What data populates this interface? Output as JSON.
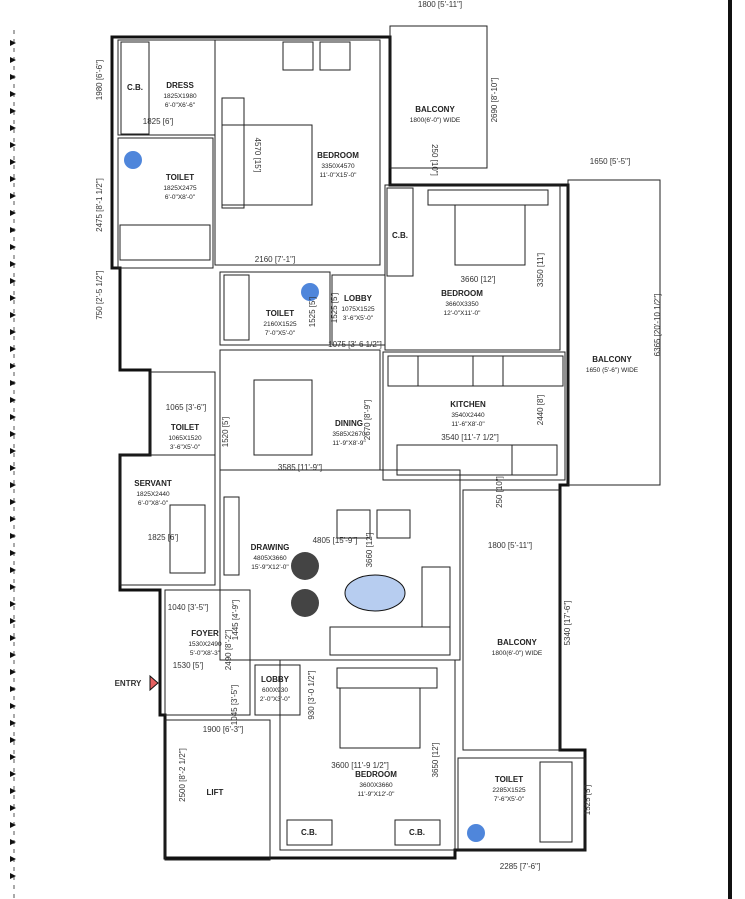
{
  "rooms": [
    {
      "name": "DRESS",
      "metric": "1825X1980",
      "imperial": "6'-0\"X6'-6\""
    },
    {
      "name": "TOILET",
      "metric": "1825X2475",
      "imperial": "6'-0\"X8'-0\""
    },
    {
      "name": "BEDROOM",
      "metric": "3350X4570",
      "imperial": "11'-0\"X15'-0\""
    },
    {
      "name": "BALCONY",
      "metric": "1800(6'-0\") WIDE",
      "imperial": ""
    },
    {
      "name": "BEDROOM",
      "metric": "3660X3350",
      "imperial": "12'-0\"X11'-0\""
    },
    {
      "name": "BALCONY",
      "metric": "1650 (5'-6\") WIDE",
      "imperial": ""
    },
    {
      "name": "TOILET",
      "metric": "2160X1525",
      "imperial": "7'-0\"X5'-0\""
    },
    {
      "name": "LOBBY",
      "metric": "1075X1525",
      "imperial": "3'-6\"X5'-0\""
    },
    {
      "name": "KITCHEN",
      "metric": "3540X2440",
      "imperial": "11'-6\"X8'-0\""
    },
    {
      "name": "DINING",
      "metric": "3585X2670",
      "imperial": "11'-9\"X8'-9\""
    },
    {
      "name": "TOILET",
      "metric": "1065X1520",
      "imperial": "3'-6\"X5'-0\""
    },
    {
      "name": "SERVANT",
      "metric": "1825X2440",
      "imperial": "6'-0\"X8'-0\""
    },
    {
      "name": "DRAWING",
      "metric": "4805X3660",
      "imperial": "15'-9\"X12'-0\""
    },
    {
      "name": "FOYER",
      "metric": "1530X2490",
      "imperial": "5'-0\"X8'-3\""
    },
    {
      "name": "LOBBY",
      "metric": "600X930",
      "imperial": "2'-0\"X3'-0\""
    },
    {
      "name": "BALCONY",
      "metric": "1800(6'-0\") WIDE",
      "imperial": ""
    },
    {
      "name": "LIFT",
      "metric": "",
      "imperial": ""
    },
    {
      "name": "BEDROOM",
      "metric": "3600X3660",
      "imperial": "11'-9\"X12'-0\""
    },
    {
      "name": "TOILET",
      "metric": "2285X1525",
      "imperial": "7'-6\"X5'-0\""
    }
  ],
  "fixtures": {
    "cb": "C.B.",
    "entry": "ENTRY"
  },
  "dimensions": [
    "1800 [5'-11\"]",
    "1980 [6'-6\"]",
    "1825 [6']",
    "4570 [15']",
    "2690 [8'-10\"]",
    "250 [10\"]",
    "2475 [8'-1 1/2\"]",
    "1650 [5'-5\"]",
    "2160 [7'-1\"]",
    "3660 [12']",
    "3350 [11']",
    "750 [2'-5 1/2\"]",
    "1525 [5']",
    "1525 [5']",
    "1075 [3'-6 1/2\"]",
    "6365 [20'-10 1/2\"]",
    "1065 [3'-6\"]",
    "1520 [5']",
    "2670 [8'-9\"]",
    "2440 [8']",
    "3540 [11'-7 1/2\"]",
    "3585 [11'-9\"]",
    "250 [10\"]",
    "1825 [6']",
    "4805 [15'-9\"]",
    "3660 [12']",
    "1800 [5'-11\"]",
    "1040 [3'-5\"]",
    "1445 [4'-9\"]",
    "2490 [8'-2\"]",
    "1530 [5']",
    "5340 [17'-6\"]",
    "930 [3'-0 1/2\"]",
    "1900 [6'-3\"]",
    "2500 [8'-2 1/2\"]",
    "3600 [11'-9 1/2\"]",
    "3650 [12']",
    "1525 [5']",
    "2285 [7'-6\"]",
    "1045 [3'-5\"]"
  ],
  "colors": {
    "bed_pink": "#f2a99a",
    "bed_green": "#b9c3a4",
    "counter_green": "#6fa865",
    "bath_blue": "#3c6fd0",
    "cupboard": "#eeb0a0",
    "wood": "#c98d75"
  }
}
